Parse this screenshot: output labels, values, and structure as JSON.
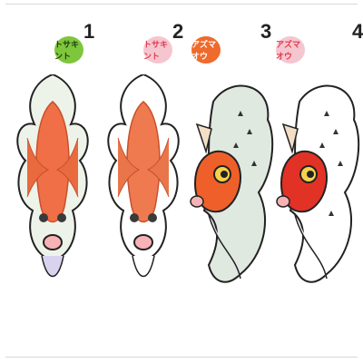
{
  "panels": [
    {
      "number": "1",
      "badge_label": "トサキント",
      "badge_bg": "#7ec63c",
      "badge_fg": "#1f3d10",
      "fin_fill": "#eef3ea",
      "body_fill": "#f06f46",
      "accent": "#e86a3e"
    },
    {
      "number": "2",
      "badge_label": "トサキント",
      "badge_bg": "#f5c6cf",
      "badge_fg": "#e23a4d",
      "fin_fill": "#ffffff",
      "body_fill": "#f07a4f",
      "accent": "#e8764a"
    },
    {
      "number": "3",
      "badge_label": "アズマオウ",
      "badge_bg": "#ef6a2c",
      "badge_fg": "#ffffff",
      "fin_fill": "#dfe9df",
      "body_fill": "#ef5f2a",
      "accent": "#e3dff0"
    },
    {
      "number": "4",
      "badge_label": "アズマオウ",
      "badge_bg": "#f5c6cf",
      "badge_fg": "#e23a4d",
      "fin_fill": "#ffffff",
      "body_fill": "#e23226",
      "accent": "#ffffff"
    }
  ]
}
